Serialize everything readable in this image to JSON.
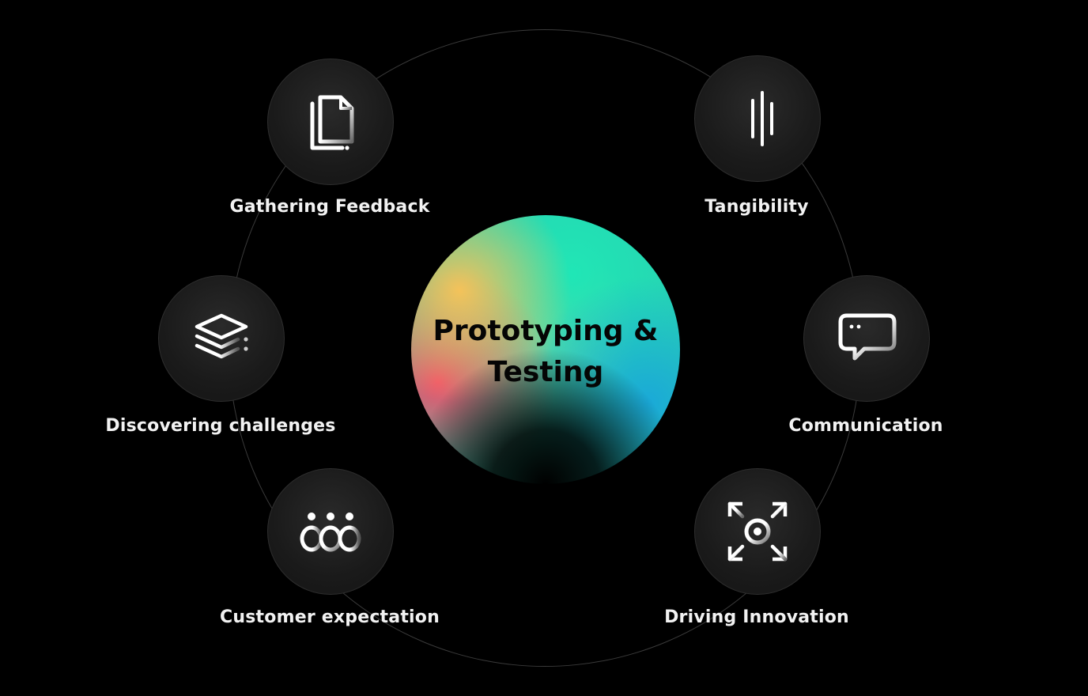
{
  "center": {
    "title": "Prototyping & Testing"
  },
  "nodes": [
    {
      "id": "gathering-feedback",
      "label": "Gathering Feedback",
      "icon": "document-stack-icon"
    },
    {
      "id": "tangibility",
      "label": "Tangibility",
      "icon": "sound-wave-icon"
    },
    {
      "id": "discovering-challenges",
      "label": "Discovering challenges",
      "icon": "layers-icon"
    },
    {
      "id": "communication",
      "label": "Communication",
      "icon": "chat-bubble-icon"
    },
    {
      "id": "customer-expectation",
      "label": "Customer expectation",
      "icon": "people-group-icon"
    },
    {
      "id": "driving-innovation",
      "label": "Driving Innovation",
      "icon": "expand-target-icon"
    }
  ],
  "colors": {
    "background": "#000000",
    "node_fill": "#1c1c1c",
    "ring_stroke": "#3a3a3a",
    "label_text": "#f2f2f2",
    "center_text": "#050505"
  }
}
